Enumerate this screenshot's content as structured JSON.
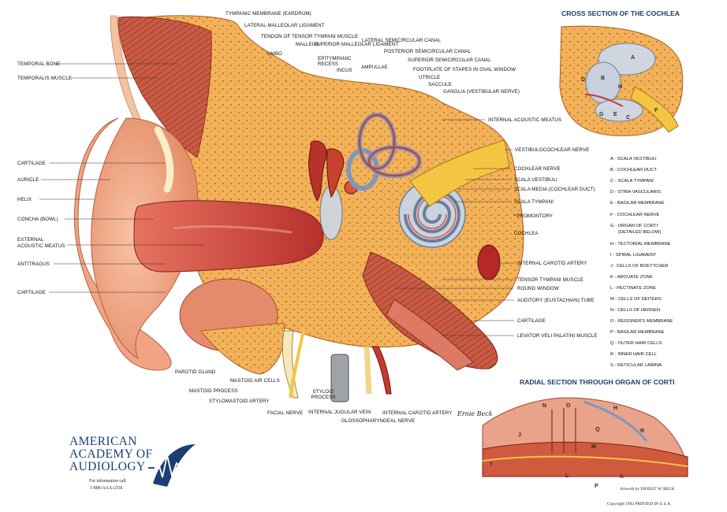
{
  "main_labels": {
    "tympanic_membrane": "TYMPANIC MEMBRANE (EARDRUM)",
    "lateral_malleolar_ligament": "LATERAL MALLEOLAR LIGAMENT",
    "tendon_tensor_tympani": "TENDON OF TENSOR TYMPANI MUSCLE",
    "umbo": "UMBO",
    "malleus": "MALLEUS",
    "superior_malleolar_ligament": "SUPERIOR MALLEOLAR LIGAMENT",
    "epitympanic_recess": "EPITYMPANIC RECESS",
    "incus": "INCUS",
    "lateral_semicircular_canal": "LATERAL SEMICIRCULAR CANAL",
    "ampullae": "AMPULLAE",
    "posterior_semicircular_canal": "POSTERIOR SEMICIRCULAR CANAL",
    "superior_semicircular_canal": "SUPERIOR SEMICIRCULAR CANAL",
    "footplate_stapes": "FOOTPLATE OF STAPES IN OVAL WINDOW",
    "utricle": "UTRICLE",
    "saccule": "SACCULE",
    "ganglia": "GANGLIA (VESTIBULAR NERVE)",
    "internal_acoustic_meatus": "INTERNAL ACOUSTIC MEATUS",
    "vestibulocochlear_nerve": "VESTIBULOCOCHLEAR NERVE",
    "cochlear_nerve": "COCHLEAR NERVE",
    "scala_vestibuli": "SCALA VESTIBULI",
    "scala_media": "SCALA MEDIA (COCHLEAR DUCT)",
    "scala_tympani": "SCALA TYMPANI",
    "promontory": "* PROMONTORY",
    "cochlea": "COCHLEA",
    "internal_carotid_artery_right": "INTERNAL CAROTID ARTERY",
    "tensor_tympani_muscle": "TENSOR TYMPANI MUSCLE",
    "round_window": "ROUND WINDOW",
    "auditory_tube": "AUDITORY (EUSTACHIAN) TUBE",
    "cartilage_right": "CARTILAGE",
    "levator_veli_palatini": "LEVATOR VELI PALATINI MUSCLE",
    "temporal_bone": "TEMPORAL BONE",
    "temporalis_muscle": "TEMPORALIS MUSCLE",
    "cartilage_left_top": "CARTILAGE",
    "auricle": "AURICLE",
    "helix": "HELIX",
    "concha": "CONCHA (BOWL)",
    "external_meatus_1": "EXTERNAL",
    "external_meatus_2": "ACOUSTIC MEATUS",
    "antitragus": "ANTITRAGUS",
    "cartilage_left_bottom": "CARTILAGE",
    "parotid_gland": "PAROTID GLAND",
    "mastoid_air_cells": "MASTOID AIR CELLS",
    "mastoid_process": "MASTOID PROCESS",
    "stylomastoid_artery": "STYLOMASTOID ARTERY",
    "facial_nerve": "FACIAL NERVE",
    "styloid_process_1": "STYLOID",
    "styloid_process_2": "PROCESS",
    "internal_jugular_vein": "INTERNAL JUGULAR VEIN",
    "internal_carotid_artery_bottom": "INTERNAL CAROTID ARTERY",
    "glossopharyngeal_nerve": "GLOSSOPHARYNGEAL NERVE"
  },
  "cochlea_section": {
    "title": "CROSS SECTION OF THE COCHLEA",
    "letters": [
      "A",
      "B",
      "D",
      "H",
      "G",
      "E",
      "C",
      "F"
    ]
  },
  "legend": [
    "A - SCALA VESTIBULI",
    "B - COCHLEAR DUCT",
    "C - SCALA TYMPANI",
    "D - STRIA VASCULARIS",
    "E - BASILAR MEMBRANE",
    "F - COCHLEAR NERVE",
    "G - ORGAN OF CORTI",
    "(DETAILED BELOW)",
    "H - TECTORIAL MEMBRANE",
    "I - SPIRAL LIGAMENT",
    "J - CELLS OF BOETTCHER",
    "K - ARCUATE ZONE",
    "L - PECTINATE ZONE",
    "M - CELLS OF DEITERS",
    "N - CELLS OF HENSEN",
    "O - REISSNER'S MEMBRANE",
    "P - BASILAR MEMBRANE",
    "Q - OUTER HAIR CELLS",
    "R - INNER HAIR CELL",
    "S - RETICULAR LAMINA"
  ],
  "corti_section": {
    "title": "RADIAL SECTION THROUGH ORGAN OF CORTI",
    "letters": [
      "N",
      "O",
      "H",
      "J",
      "Q",
      "R",
      "I",
      "L",
      "P",
      "K",
      "M"
    ]
  },
  "brand": {
    "line1": "AMERICAN",
    "line2": "ACADEMY OF",
    "line3": "AUDIOLOGY",
    "info1": "For information call",
    "info2": "1-800-AAA-2336"
  },
  "credits": {
    "artwork": "Artwork by ERNEST W. BECK",
    "copyright": "Copyright 1992  PRINTED IN U.S.A.",
    "signature": "Ernie Beck"
  },
  "colors": {
    "skin": "#f2a98a",
    "bone": "#f3b35d",
    "canal": "#d4433b",
    "cochlea_blue": "#7fa3c8",
    "muscle": "#c2533d",
    "nerve": "#f3c543",
    "brand_blue": "#1b3f74"
  }
}
